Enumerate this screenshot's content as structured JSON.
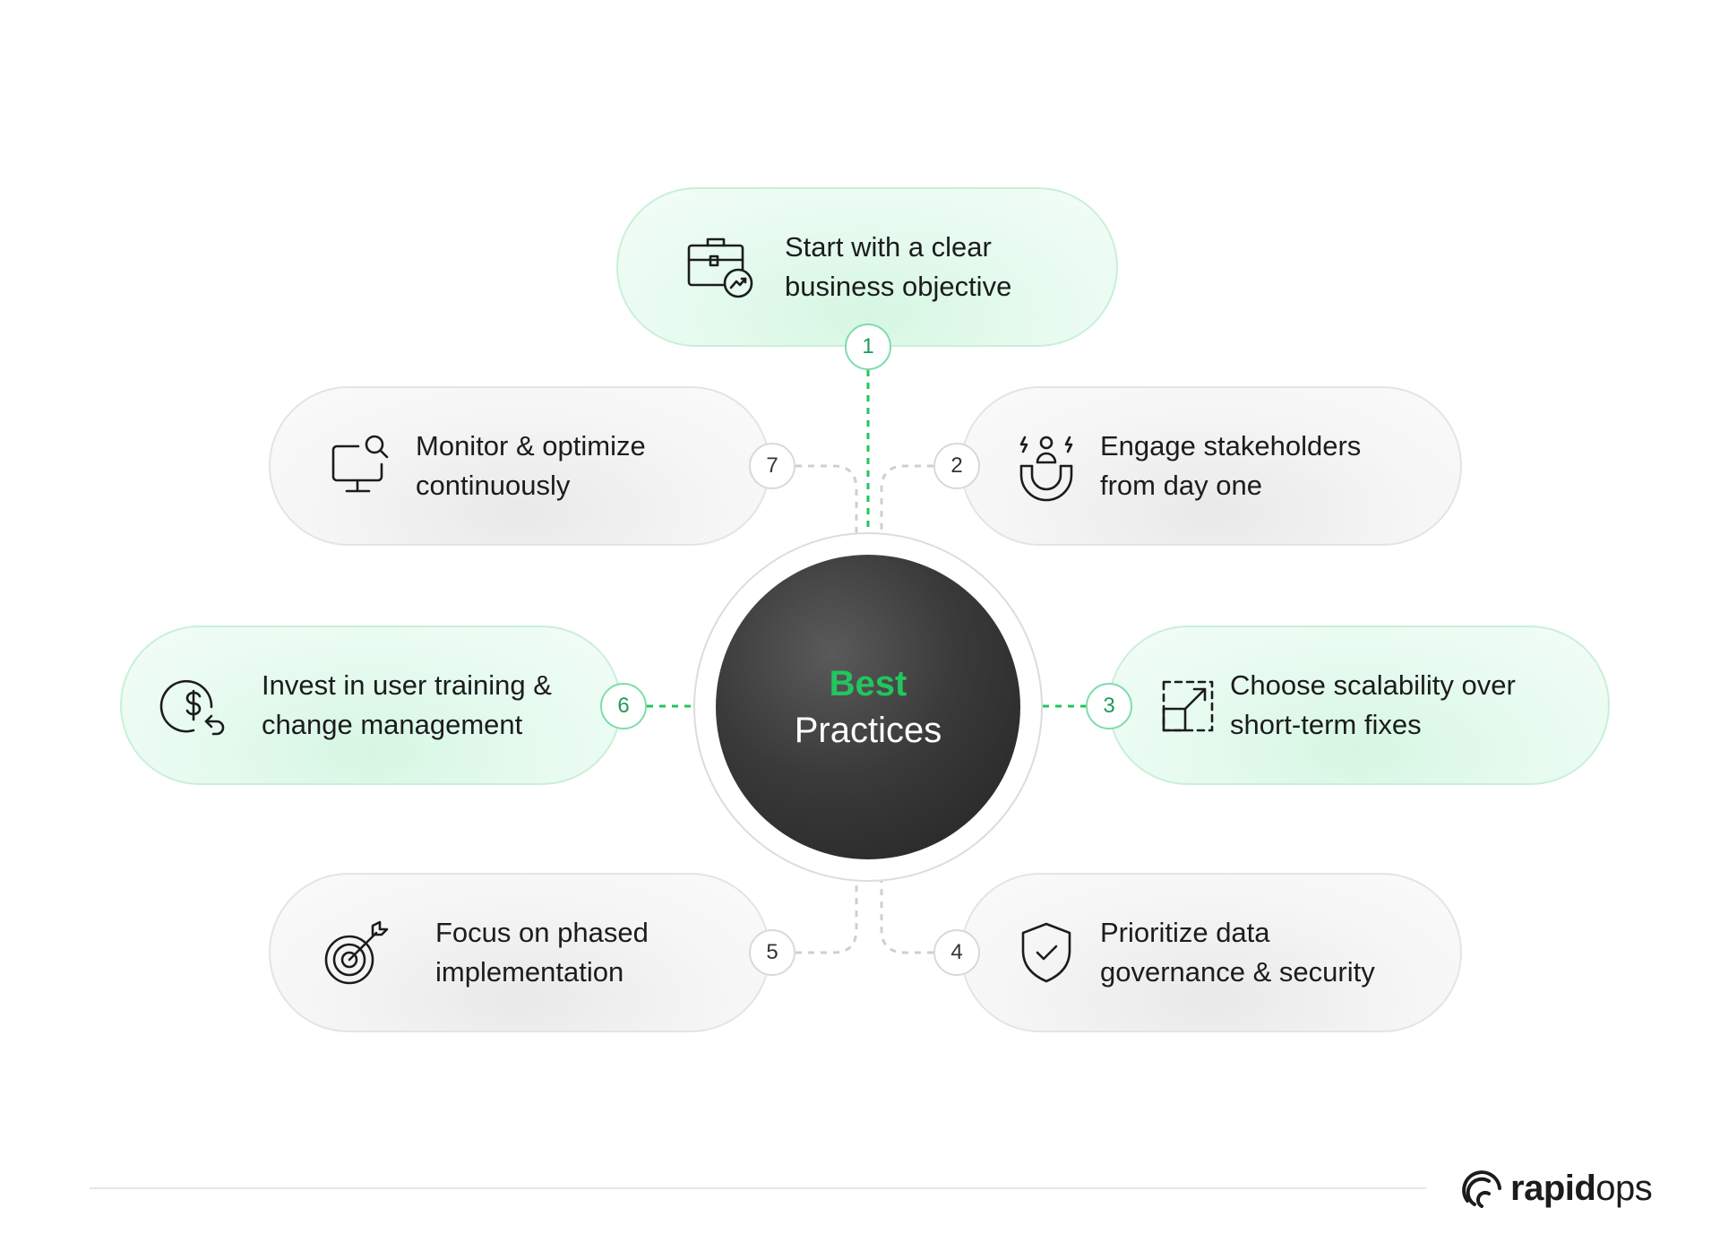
{
  "center": {
    "line1": "Best",
    "line2": "Practices"
  },
  "items": [
    {
      "number": "1",
      "line1": "Start with a clear",
      "line2": "business objective",
      "icon": "briefcase-growth-icon",
      "highlight": true
    },
    {
      "number": "2",
      "line1": "Engage stakeholders",
      "line2": "from day one",
      "icon": "magnet-people-icon",
      "highlight": false
    },
    {
      "number": "3",
      "line1": "Choose scalability over",
      "line2": "short-term fixes",
      "icon": "scale-expand-icon",
      "highlight": true
    },
    {
      "number": "4",
      "line1": "Prioritize data",
      "line2": "governance &  security",
      "icon": "shield-check-icon",
      "highlight": false
    },
    {
      "number": "5",
      "line1": "Focus on phased",
      "line2": "implementation",
      "icon": "target-arrow-icon",
      "highlight": false
    },
    {
      "number": "6",
      "line1": "Invest in user training &",
      "line2": "change management",
      "icon": "dollar-cycle-icon",
      "highlight": true
    },
    {
      "number": "7",
      "line1": "Monitor & optimize",
      "line2": "continuously",
      "icon": "monitor-search-icon",
      "highlight": false
    }
  ],
  "logo": {
    "bold": "rapid",
    "light": "ops"
  },
  "colors": {
    "accent_green": "#22c55e",
    "badge_green": "#1d9a5c",
    "center_dark": "#2b2b2b",
    "pill_green": "#e8fbf0",
    "pill_gray": "#f3f3f3"
  }
}
